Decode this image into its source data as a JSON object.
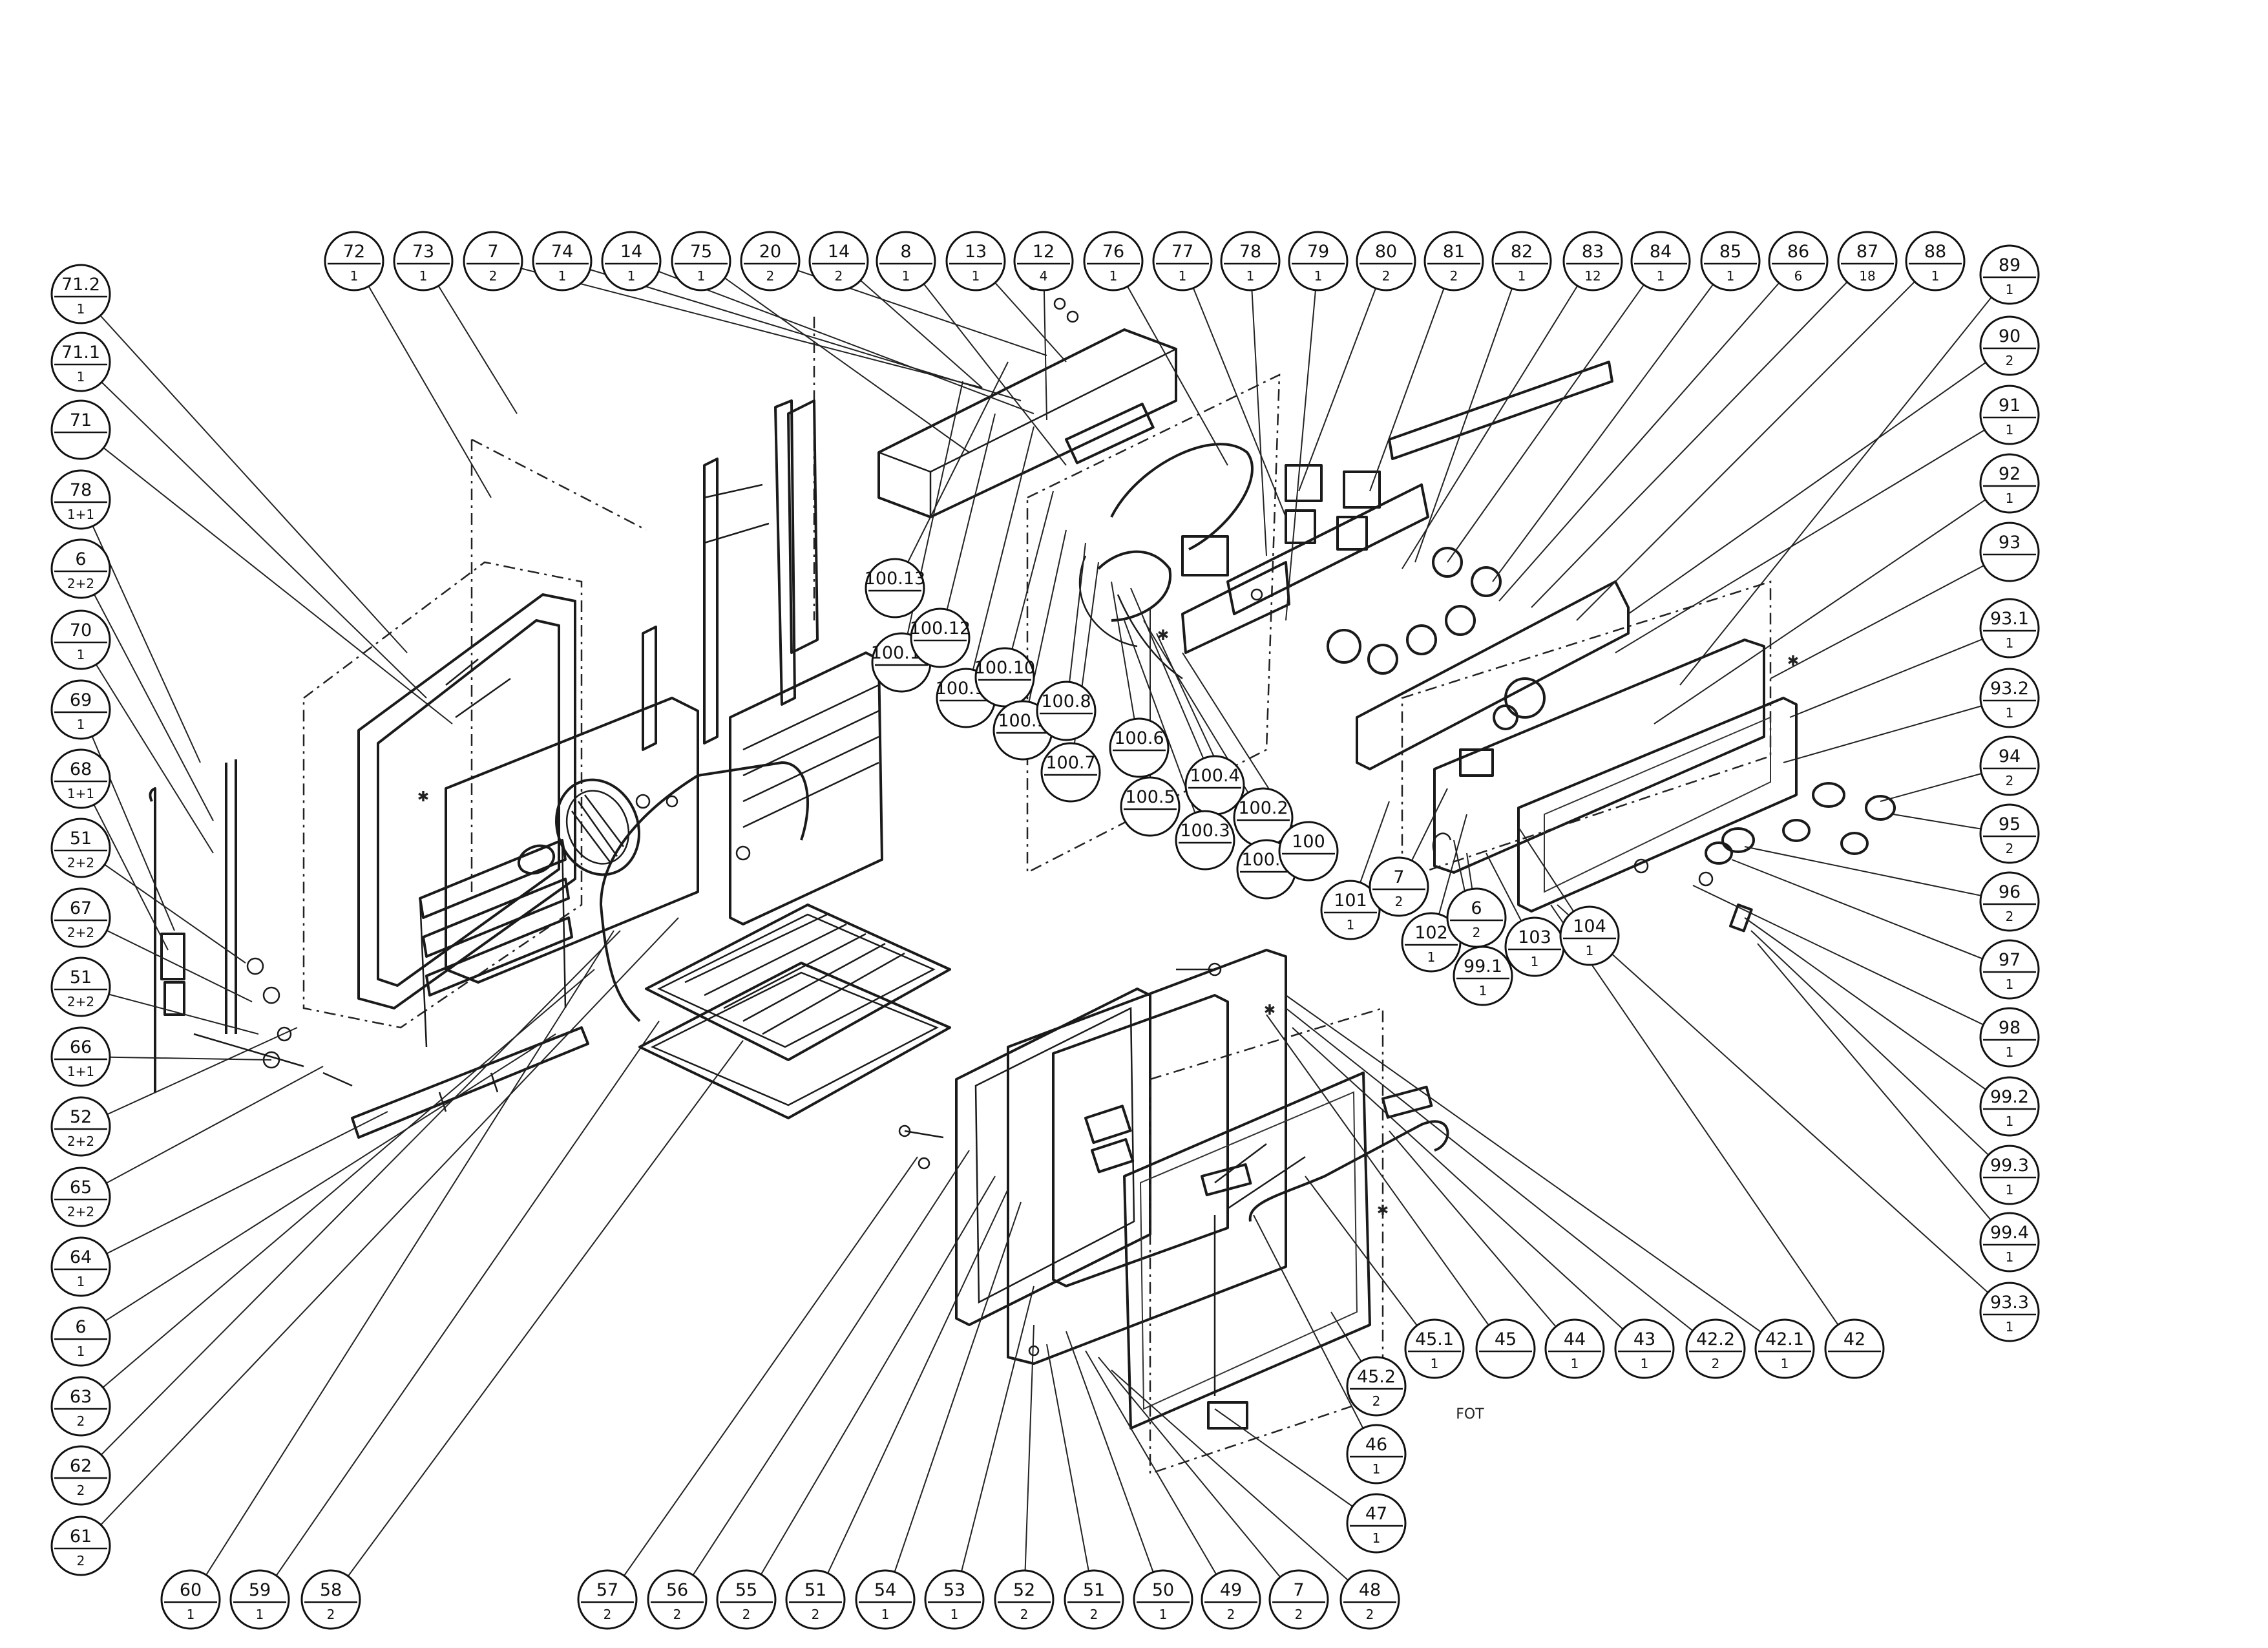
{
  "callouts": [
    {
      "num": "72",
      "qty": "1"
    },
    {
      "num": "73",
      "qty": "1"
    },
    {
      "num": "7",
      "qty": "2"
    },
    {
      "num": "74",
      "qty": "1"
    },
    {
      "num": "14",
      "qty": "1"
    },
    {
      "num": "75",
      "qty": "1"
    },
    {
      "num": "20",
      "qty": "2"
    },
    {
      "num": "14",
      "qty": "2"
    },
    {
      "num": "8",
      "qty": "1"
    },
    {
      "num": "13",
      "qty": "1"
    },
    {
      "num": "12",
      "qty": "4"
    },
    {
      "num": "76",
      "qty": "1"
    },
    {
      "num": "77",
      "qty": "1"
    },
    {
      "num": "78",
      "qty": "1"
    },
    {
      "num": "79",
      "qty": "1"
    },
    {
      "num": "80",
      "qty": "2"
    },
    {
      "num": "81",
      "qty": "2"
    },
    {
      "num": "82",
      "qty": "1"
    },
    {
      "num": "83",
      "qty": "12"
    },
    {
      "num": "84",
      "qty": "1"
    },
    {
      "num": "85",
      "qty": "1"
    },
    {
      "num": "86",
      "qty": "6"
    },
    {
      "num": "87",
      "qty": "18"
    },
    {
      "num": "88",
      "qty": "1"
    },
    {
      "num": "89",
      "qty": "1"
    },
    {
      "num": "90",
      "qty": "2"
    },
    {
      "num": "91",
      "qty": "1"
    },
    {
      "num": "92",
      "qty": "1"
    },
    {
      "num": "93",
      "qty": ""
    },
    {
      "num": "93.1",
      "qty": "1"
    },
    {
      "num": "93.2",
      "qty": "1"
    },
    {
      "num": "94",
      "qty": "2"
    },
    {
      "num": "95",
      "qty": "2"
    },
    {
      "num": "96",
      "qty": "2"
    },
    {
      "num": "97",
      "qty": "1"
    },
    {
      "num": "98",
      "qty": "1"
    },
    {
      "num": "99.2",
      "qty": "1"
    },
    {
      "num": "99.3",
      "qty": "1"
    },
    {
      "num": "99.4",
      "qty": "1"
    },
    {
      "num": "93.3",
      "qty": "1"
    },
    {
      "num": "71.2",
      "qty": "1"
    },
    {
      "num": "71.1",
      "qty": "1"
    },
    {
      "num": "71",
      "qty": ""
    },
    {
      "num": "78",
      "qty": "1+1"
    },
    {
      "num": "6",
      "qty": "2+2"
    },
    {
      "num": "70",
      "qty": "1"
    },
    {
      "num": "69",
      "qty": "1"
    },
    {
      "num": "68",
      "qty": "1+1"
    },
    {
      "num": "51",
      "qty": "2+2"
    },
    {
      "num": "67",
      "qty": "2+2"
    },
    {
      "num": "51",
      "qty": "2+2"
    },
    {
      "num": "66",
      "qty": "1+1"
    },
    {
      "num": "52",
      "qty": "2+2"
    },
    {
      "num": "65",
      "qty": "2+2"
    },
    {
      "num": "64",
      "qty": "1"
    },
    {
      "num": "6",
      "qty": "1"
    },
    {
      "num": "63",
      "qty": "2"
    },
    {
      "num": "62",
      "qty": "2"
    },
    {
      "num": "61",
      "qty": "2"
    },
    {
      "num": "60",
      "qty": "1"
    },
    {
      "num": "59",
      "qty": "1"
    },
    {
      "num": "58",
      "qty": "2"
    },
    {
      "num": "57",
      "qty": "2"
    },
    {
      "num": "56",
      "qty": "2"
    },
    {
      "num": "55",
      "qty": "2"
    },
    {
      "num": "51",
      "qty": "2"
    },
    {
      "num": "54",
      "qty": "1"
    },
    {
      "num": "53",
      "qty": "1"
    },
    {
      "num": "52",
      "qty": "2"
    },
    {
      "num": "51",
      "qty": "2"
    },
    {
      "num": "50",
      "qty": "1"
    },
    {
      "num": "49",
      "qty": "2"
    },
    {
      "num": "7",
      "qty": "2"
    },
    {
      "num": "48",
      "qty": "2"
    },
    {
      "num": "47",
      "qty": "1"
    },
    {
      "num": "46",
      "qty": "1"
    },
    {
      "num": "45.2",
      "qty": "2"
    },
    {
      "num": "45.1",
      "qty": "1"
    },
    {
      "num": "45",
      "qty": ""
    },
    {
      "num": "44",
      "qty": "1"
    },
    {
      "num": "43",
      "qty": "1"
    },
    {
      "num": "42.2",
      "qty": "2"
    },
    {
      "num": "42.1",
      "qty": "1"
    },
    {
      "num": "42",
      "qty": ""
    },
    {
      "num": "100.13",
      "qty": ""
    },
    {
      "num": "100.14",
      "qty": ""
    },
    {
      "num": "100.12",
      "qty": ""
    },
    {
      "num": "100.11",
      "qty": ""
    },
    {
      "num": "100.10",
      "qty": ""
    },
    {
      "num": "100.9",
      "qty": ""
    },
    {
      "num": "100.8",
      "qty": ""
    },
    {
      "num": "100.7",
      "qty": ""
    },
    {
      "num": "100.6",
      "qty": ""
    },
    {
      "num": "100.5",
      "qty": ""
    },
    {
      "num": "100.4",
      "qty": ""
    },
    {
      "num": "100.3",
      "qty": ""
    },
    {
      "num": "100.2",
      "qty": ""
    },
    {
      "num": "100.1",
      "qty": ""
    },
    {
      "num": "100",
      "qty": ""
    },
    {
      "num": "101",
      "qty": "1"
    },
    {
      "num": "7",
      "qty": "2"
    },
    {
      "num": "102",
      "qty": "1"
    },
    {
      "num": "6",
      "qty": "2"
    },
    {
      "num": "99.1",
      "qty": "1"
    },
    {
      "num": "103",
      "qty": "1"
    },
    {
      "num": "104",
      "qty": "1"
    }
  ],
  "footer_mark": "FOT"
}
